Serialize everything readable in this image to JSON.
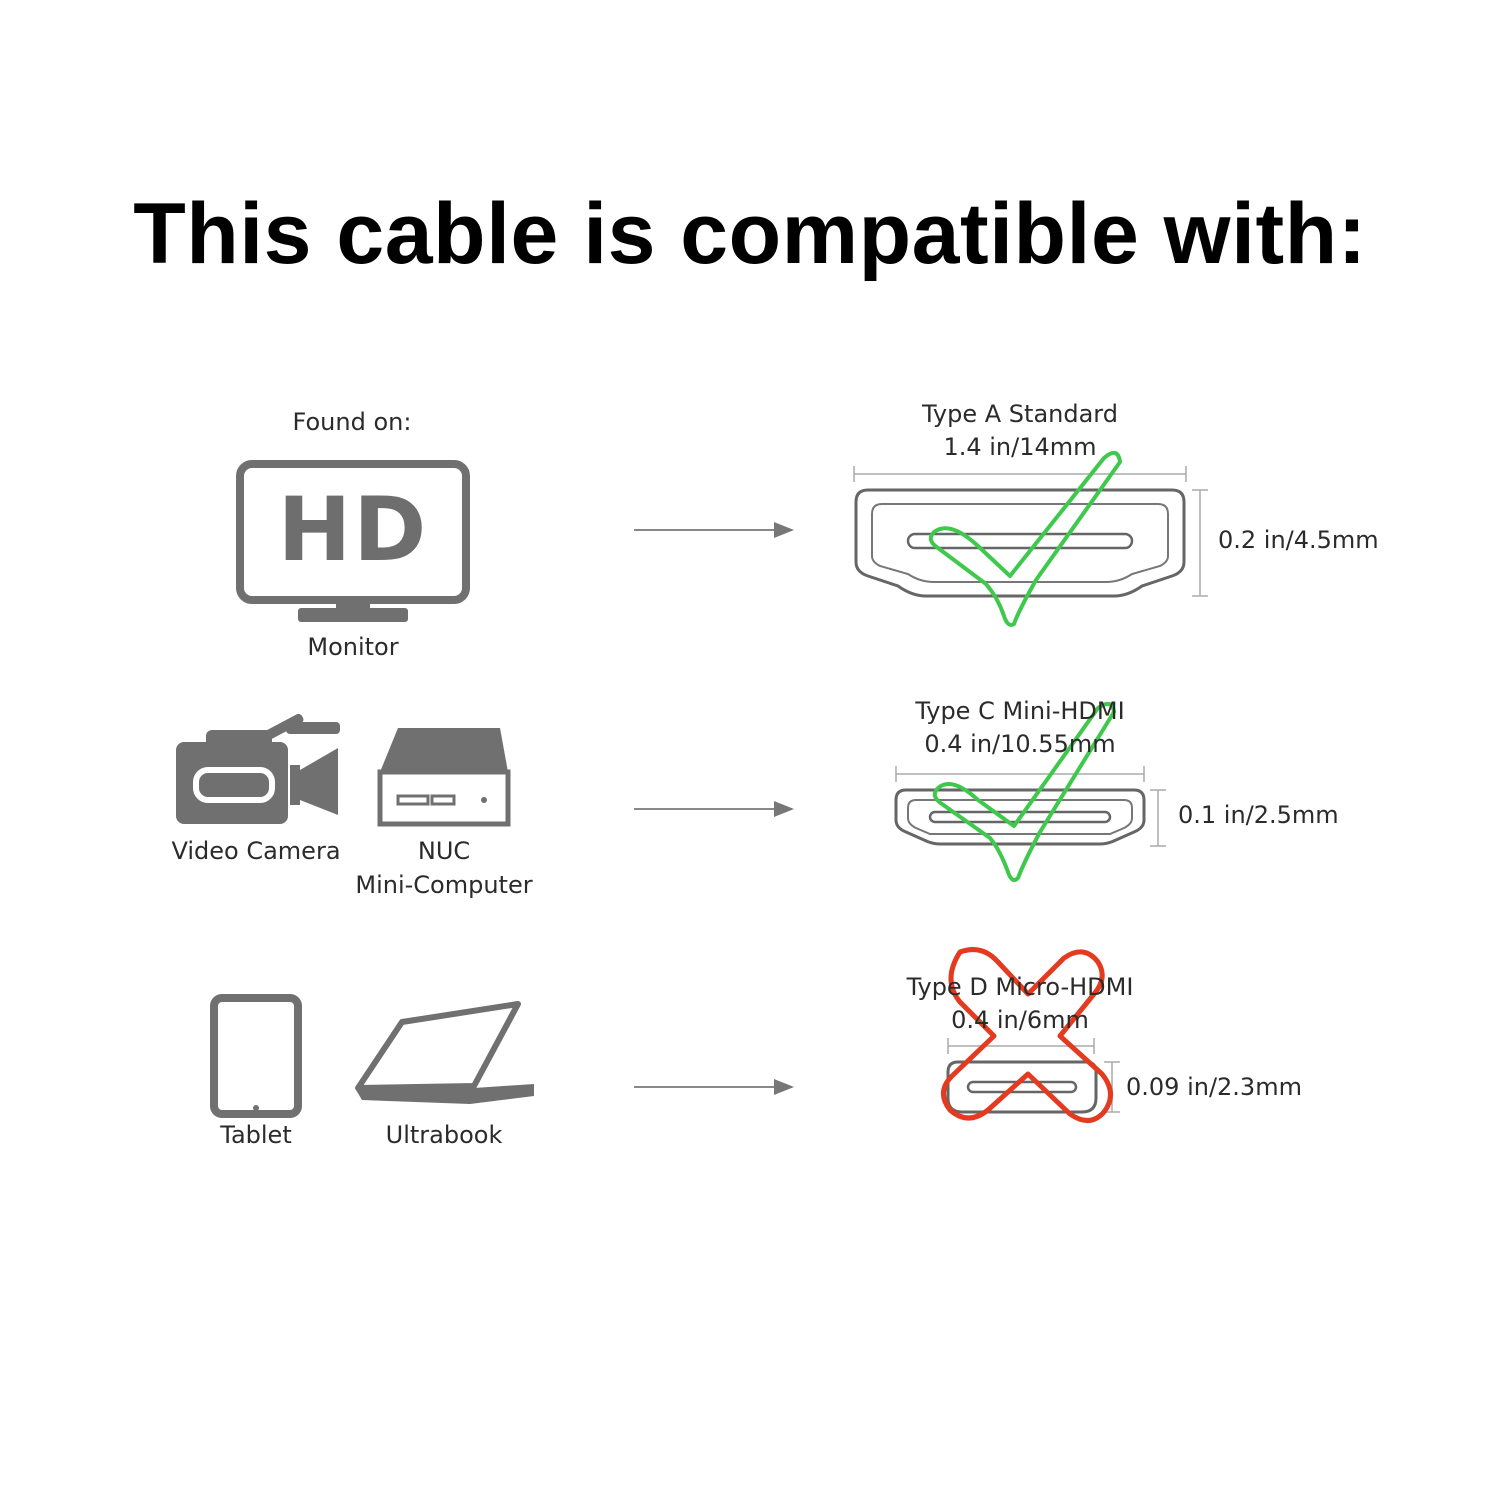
{
  "title": "This cable is compatible with:",
  "found_on_label": "Found on:",
  "monitor": {
    "screen_text": "HD",
    "label": "Monitor"
  },
  "devices": {
    "video_camera": "Video Camera",
    "nuc_line1": "NUC",
    "nuc_line2": "Mini-Computer",
    "tablet": "Tablet",
    "ultrabook": "Ultrabook"
  },
  "connectors": [
    {
      "name": "Type A Standard",
      "width": "1.4 in/14mm",
      "height": "0.2 in/4.5mm",
      "compatible": true
    },
    {
      "name": "Type C Mini-HDMI",
      "width": "0.4 in/10.55mm",
      "height": "0.1 in/2.5mm",
      "compatible": true
    },
    {
      "name": "Type D Micro-HDMI",
      "width": "0.4 in/6mm",
      "height": "0.09 in/2.3mm",
      "compatible": false
    }
  ],
  "colors": {
    "check": "#3ec84c",
    "cross": "#e33a20",
    "icon_gray": "#707070"
  }
}
